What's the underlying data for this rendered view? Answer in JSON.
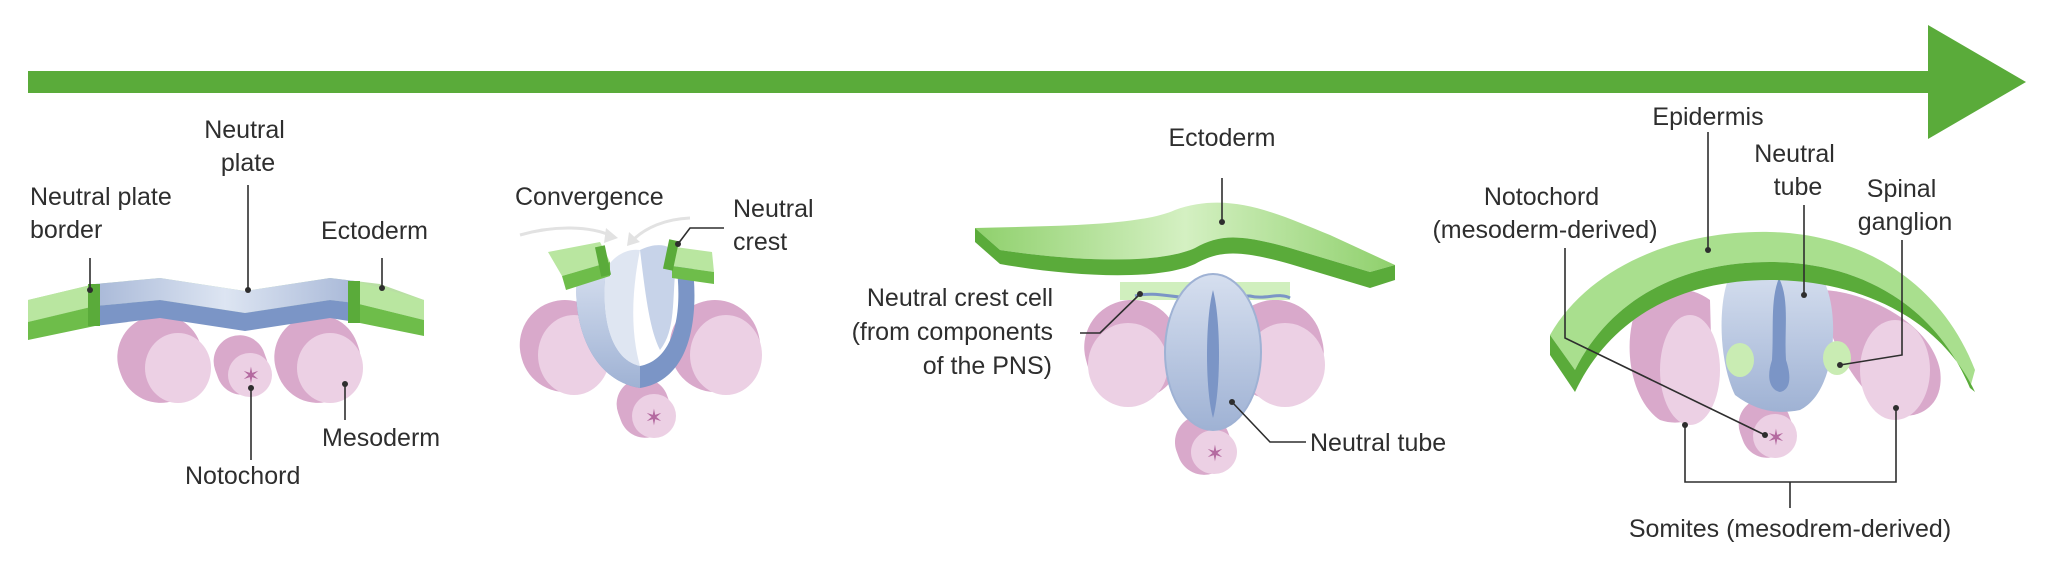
{
  "colors": {
    "arrow": "#5aab3a",
    "ectoderm_light": "#a9df8e",
    "ectoderm_dark": "#5aab3a",
    "neural_light": "#b9c8e2",
    "neural_dark": "#7b95c6",
    "mesoderm_light": "#e6c4dc",
    "mesoderm_dark": "#c893b8",
    "notochord_star": "#b46aa0",
    "label_text": "#2e2e2e"
  },
  "icons": [
    "progress-arrow",
    "convergence-arrows",
    "notochord-star"
  ],
  "stage1": {
    "neutral_plate_border": [
      "Neutral plate",
      "border"
    ],
    "neutral_plate": [
      "Neutral",
      "plate"
    ],
    "ectoderm": "Ectoderm",
    "mesoderm": "Mesoderm",
    "notochord": "Notochord"
  },
  "stage2": {
    "convergence": "Convergence",
    "neutral_crest": [
      "Neutral",
      "crest"
    ]
  },
  "stage3": {
    "ectoderm": "Ectoderm",
    "neutral_crest_cell": [
      "Neutral crest cell",
      "(from components",
      "of the PNS)"
    ],
    "neutral_tube": "Neutral tube"
  },
  "stage4": {
    "epidermis": "Epidermis",
    "notochord": [
      "Notochord",
      "(mesoderm-derived)"
    ],
    "neutral_tube": [
      "Neutral",
      "tube"
    ],
    "spinal_ganglion": [
      "Spinal",
      "ganglion"
    ],
    "somites": "Somites (mesodrem-derived)"
  }
}
